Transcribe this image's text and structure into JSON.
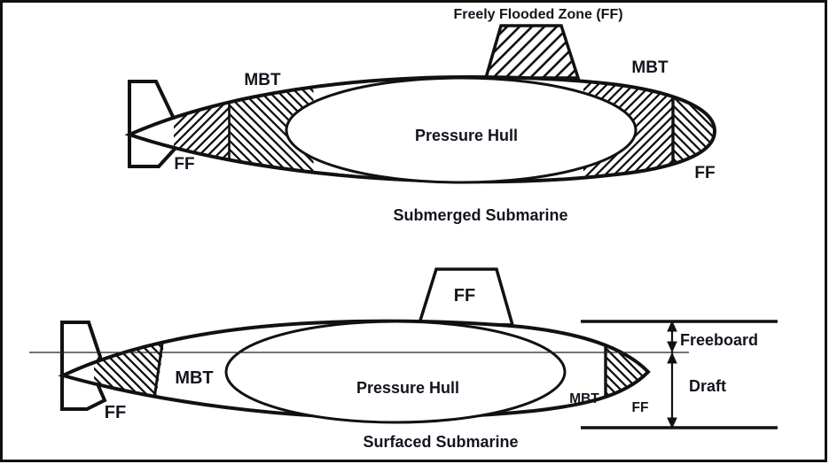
{
  "figure": {
    "background": "#ffffff",
    "line_color": "#111111",
    "text_color": "#14141e",
    "submerged": {
      "sail_label": "Freely Flooded Zone (FF)",
      "mbt_aft_label": "MBT",
      "mbt_fwd_label": "MBT",
      "ff_aft_label": "FF",
      "ff_fwd_label": "FF",
      "pressure_hull_label": "Pressure Hull",
      "caption": "Submerged Submarine"
    },
    "surfaced": {
      "sail_label": "FF",
      "mbt_aft_label": "MBT",
      "ff_aft_label": "FF",
      "pressure_hull_label": "Pressure Hull",
      "mbt_fwd_label": "MBT",
      "ff_fwd_label": "FF",
      "freeboard_label": "Freeboard",
      "draft_label": "Draft",
      "caption": "Surfaced Submarine"
    }
  }
}
